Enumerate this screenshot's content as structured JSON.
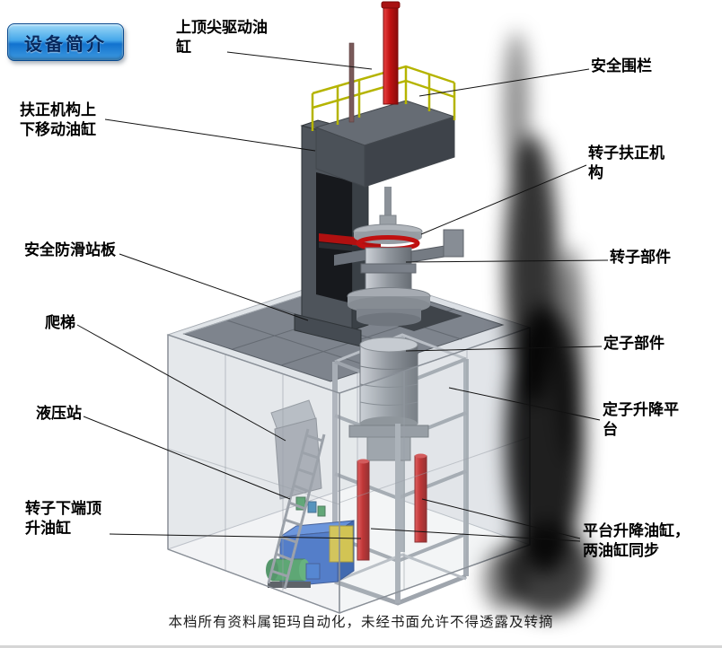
{
  "badge": {
    "label": "设备简介"
  },
  "labels": [
    {
      "text": "上顶尖驱动油缸"
    },
    {
      "text": "安全围栏"
    },
    {
      "text": "扶正机构上下移动油缸"
    },
    {
      "text": "转子扶正机构"
    },
    {
      "text": "安全防滑站板"
    },
    {
      "text": "转子部件"
    },
    {
      "text": "爬梯"
    },
    {
      "text": "定子部件"
    },
    {
      "text": "液压站"
    },
    {
      "text": "定子升降平台"
    },
    {
      "text": "转子下端顶升油缸"
    },
    {
      "text": "平台升降油缸，两油缸同步"
    }
  ],
  "footer": {
    "text": "本档所有资料属钜玛自动化，未经书面允许不得透露及转摘"
  },
  "colors": {
    "badge_blue": "#2a8ade",
    "cylinder_red": "#c01212",
    "railing_yellow": "#b5b400",
    "hydraulic_blue": "#2d63c4",
    "motor_green": "#3a9a55",
    "platform_gray": "#7e848d",
    "enclosure_gray": "#ccd1d8",
    "smoke_black": "#000000"
  }
}
